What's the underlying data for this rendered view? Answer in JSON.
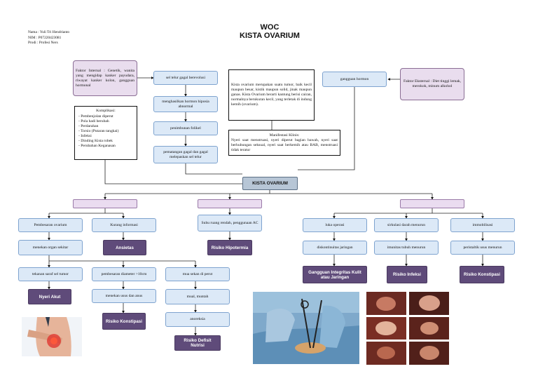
{
  "title_line1": "WOC",
  "title_line2": "KISTA OVARIUM",
  "author": {
    "nama_line": "Nama      : Yuli Tri Hendrianto",
    "nim_line": "NIM        : P07220423081",
    "prodi_line": "Prodi       : Profesi Ners"
  },
  "faktor_internal": "Faktor Internal : Genetik, wanita yang mengidap kanker payudara, riwayat kanker kolon, gangguan hormonal",
  "faktor_eksternal": "Faktor Eksternal : Diet tinggi lemak, merokok, minum alkohol",
  "flow": {
    "sel_telur": "sel telur gagal berevolusi",
    "hormon": "menghasilkan hormon hiposia abnormal",
    "folikel": "penimbunan folikel",
    "pematangan": "pematangan gagal dan gagal melepaskan sel telur",
    "gangguan_hormon": "gangguan hormon"
  },
  "description": "Kista ovarium merupakan suatu tumor, baik kecil maupun besar, kistik maupun solid, jinak maupun ganas. Kista Ovarium berarti kantung berisi cairan, normalnya berukuran kecil, yang terletak di indung kemih (ovarium).",
  "manifestasi": {
    "title": "Manifestasi Klinis:",
    "text": "Nyeri saat menstruasi, nyeri diperut bagian bawah, nyeri saat berhubungan seksual, nyeri saat berkemih atau BAB, menstruasi tidak teratur"
  },
  "komplikasi": {
    "title": "Komplikasi:",
    "items": [
      "- Pembenjolan diperut",
      "- Pola hadi berubah",
      "- Perdarahan",
      "- Torsio (Putaran tangkai)",
      "- Infeksi",
      "- Dinding Kista robek",
      "- Perubahan Keganasan"
    ]
  },
  "center": "KISTA OVARIUM",
  "col1": {
    "a": "Pembesaran ovarium",
    "b": "menekan organ sekitar",
    "c": "tekanan saraf sel tumor",
    "nyeri": "Nyeri Akut",
    "kurang": "Kurang informasi",
    "ansietas": "Ansietas",
    "diameter": "pembesaran diameter >10cm",
    "menekan_usus": "menekan usus dan anus",
    "konstipasi1": "Risiko Konstipasi",
    "mual_perut": "mua sekan di perut",
    "mual": "mual, muntah",
    "anoreksia": "anoreksia",
    "nutrisi": "Risiko Defisit Nutrisi"
  },
  "col2": {
    "suhu": "Suhu ruang rendah, penggunaan AC",
    "hipotermia": "Risiko Hipotermia"
  },
  "col3": {
    "luka": "luka operasi",
    "diskontinuitas": "diskontinuitas jaringan",
    "integritas": "Gangguan Integritas Kulit atau Jaringan",
    "sirkulasi": "sirkulasi darah menurun",
    "imunitas": "imunitas tubuh menurun",
    "infeksi": "Risiko Infeksi",
    "immobilisasi": "immobilisasi",
    "peristaltik": "peristaltik usus menurun",
    "konstipasi2": "Risiko Konstipasi"
  },
  "colors": {
    "blue_box": "#dce9f7",
    "pink_box": "#e9ddee",
    "dark_box": "#5f4b7a",
    "center_box": "#b7c6d6"
  }
}
